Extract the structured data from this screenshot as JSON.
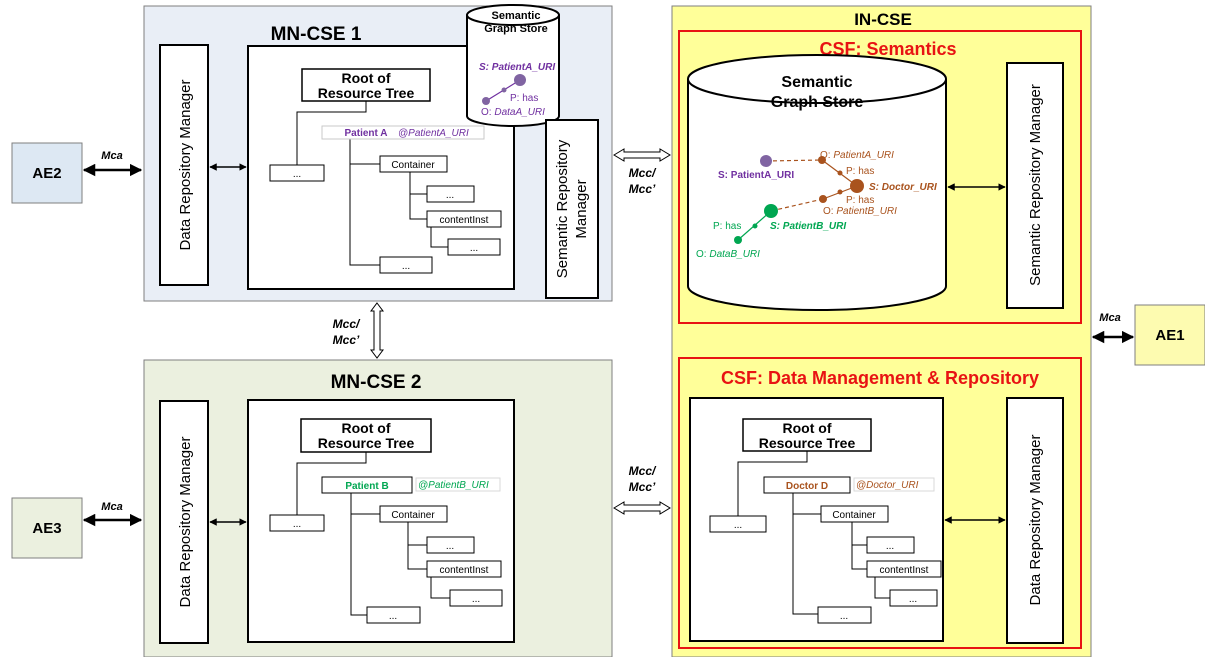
{
  "mn1": {
    "title": "MN-CSE 1",
    "drm": "Data Repository Manager",
    "srm": "Semantic Repository Manager",
    "store_title": "Semantic Graph Store",
    "root": "Root of Resource Tree",
    "patient": "Patient A",
    "patient_uri": "@PatientA_URI",
    "container": "Container",
    "contentinst": "contentInst",
    "dots": "...",
    "triple": {
      "s": "S: PatientA_URI",
      "p": "P: has",
      "o_prefix": "O: ",
      "o": "DataA_URI"
    }
  },
  "mn2": {
    "title": "MN-CSE 2",
    "drm": "Data Repository Manager",
    "root": "Root of Resource Tree",
    "patient": "Patient B",
    "patient_uri": "@PatientB_URI",
    "container": "Container",
    "contentinst": "contentInst",
    "dots": "..."
  },
  "incse": {
    "title": "IN-CSE",
    "semantics": {
      "title": "CSF: Semantics",
      "store_title": "Semantic Graph Store",
      "srm": "Semantic Repository Manager",
      "s_patientA": "S: PatientA_URI",
      "o_patientA_prefix": "O: ",
      "o_patientA": "PatientA_URI",
      "p_has_1": "P: has",
      "s_doctor": "S: Doctor_URI",
      "p_has_2": "P: has",
      "o_patientB_prefix": "O: ",
      "o_patientB": "PatientB_URI",
      "p_has_3": "P: has",
      "s_patientB": "S: PatientB_URI",
      "o_dataB_prefix": "O: ",
      "o_dataB": "DataB_URI"
    },
    "dmr": {
      "title": "CSF: Data Management & Repository",
      "drm": "Data Repository Manager",
      "root": "Root of Resource Tree",
      "doctor": "Doctor D",
      "doctor_uri": "@Doctor_URI",
      "container": "Container",
      "contentinst": "contentInst",
      "dots": "..."
    }
  },
  "entities": {
    "ae1": "AE1",
    "ae2": "AE2",
    "ae3": "AE3"
  },
  "links": {
    "mca": "Mca",
    "mcc_top": "Mcc/",
    "mcc_bottom": "Mcc’"
  },
  "colors": {
    "mn1_bg": "#e9eef6",
    "mn2_bg": "#ebf0df",
    "in_bg": "#ffff99",
    "ae1_bg": "#fdfbb0",
    "ae2_bg": "#dde8f3",
    "ae3_bg": "#ebf0df",
    "csf_border": "#e81313",
    "purple": "#7030a0",
    "green": "#00a651",
    "brown": "#a9531e"
  }
}
